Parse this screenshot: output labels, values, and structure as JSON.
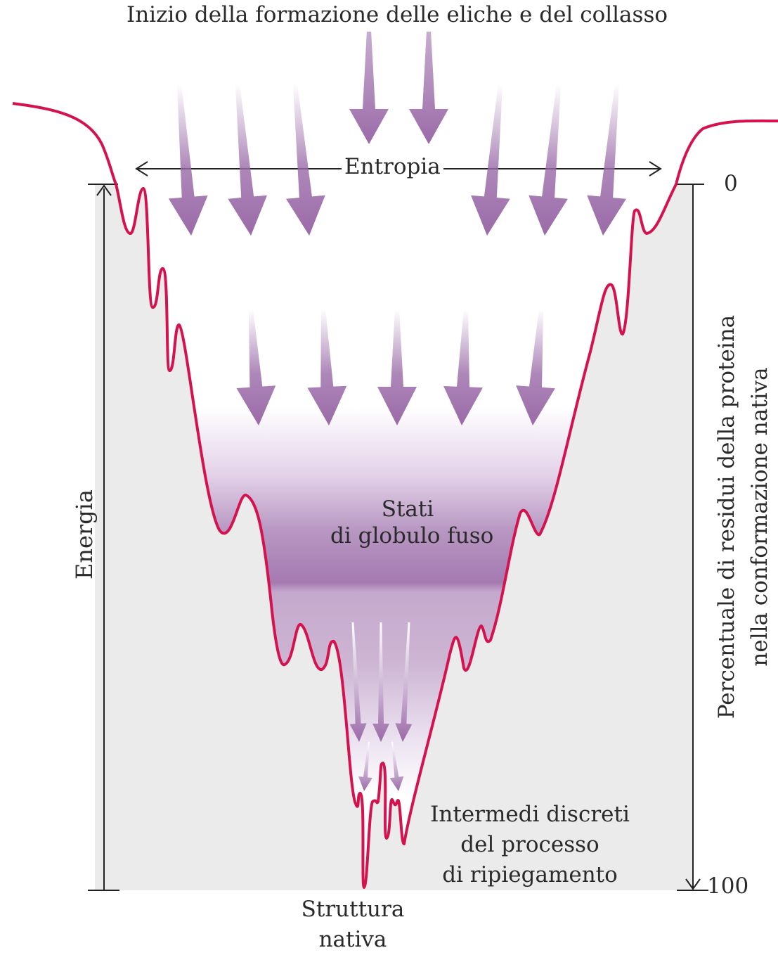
{
  "title": "Inizio della formazione delle eliche e del collasso",
  "entropy_label": "Entropia",
  "energy_label": "Energia",
  "right_axis": {
    "line1": "Percentuale di residui della proteina",
    "line2": "nella conformazione nativa",
    "top_value": "0",
    "bottom_value": "100"
  },
  "molten_globule": {
    "line1": "Stati",
    "line2": "di globulo fuso"
  },
  "intermediates": {
    "line1": "Intermedi discreti",
    "line2": "del processo",
    "line3": "di ripiegamento"
  },
  "native_structure": {
    "line1": "Struttura",
    "line2": "nativa"
  },
  "colors": {
    "curve": "#d4124e",
    "arrow": "#9a6aa8",
    "fill_dark": "#a57ab1",
    "background_panel": "#ebebeb",
    "axis_line": "#222222"
  }
}
